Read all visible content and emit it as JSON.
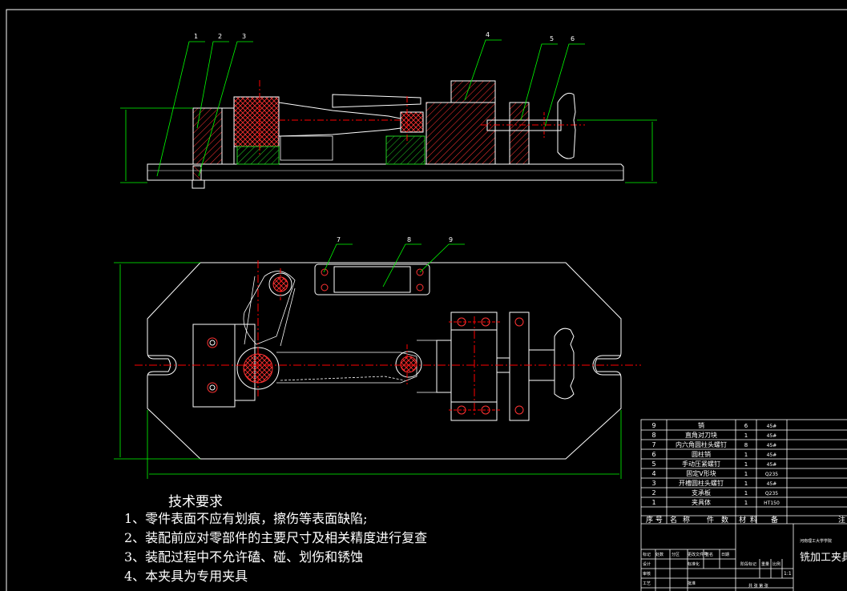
{
  "colors": {
    "background": "#000000",
    "outline": "#ffffff",
    "hatch": "#ff3333",
    "green_hatch": "#22cc22",
    "centerline": "#ff0000",
    "dimension": "#00ff00",
    "leader": "#00ff00"
  },
  "front_view": {
    "callouts": [
      "1",
      "2",
      "3",
      "4",
      "5",
      "6"
    ]
  },
  "top_view": {
    "callouts": [
      "7",
      "8",
      "9"
    ]
  },
  "technical_requirements": {
    "title": "技术要求",
    "items": [
      "1、零件表面不应有划痕，擦伤等表面缺陷;",
      "2、装配前应对零部件的主要尺寸及相关精度进行复查",
      "3、装配过程中不允许磕、碰、划伤和锈蚀",
      "4、本夹具为专用夹具"
    ]
  },
  "bom": {
    "rows": [
      {
        "no": "9",
        "name": "销",
        "qty": "6",
        "material": "45#"
      },
      {
        "no": "8",
        "name": "直角对刀块",
        "qty": "1",
        "material": "45#"
      },
      {
        "no": "7",
        "name": "内六角圆柱头螺钉",
        "qty": "8",
        "material": "45#"
      },
      {
        "no": "6",
        "name": "圆柱销",
        "qty": "1",
        "material": "45#"
      },
      {
        "no": "5",
        "name": "手动压紧螺钉",
        "qty": "1",
        "material": "45#"
      },
      {
        "no": "4",
        "name": "固定V形块",
        "qty": "1",
        "material": "Q235"
      },
      {
        "no": "3",
        "name": "开槽圆柱头螺钉",
        "qty": "1",
        "material": "45#"
      },
      {
        "no": "2",
        "name": "支承板",
        "qty": "1",
        "material": "Q235"
      },
      {
        "no": "1",
        "name": "夹具体",
        "qty": "1",
        "material": "HT150"
      }
    ],
    "header": [
      "序 号",
      "名",
      "称",
      "件",
      "数",
      "材",
      "料",
      "备",
      "注"
    ],
    "title_block": {
      "drawing_title": "铣加工夹具",
      "org": "河南理工大学学院",
      "labels": [
        "标记",
        "处数",
        "分区",
        "更改文件号",
        "签名",
        "日期",
        "阶段标记",
        "重量",
        "比例",
        "设计",
        "标准化",
        "审核",
        "工艺",
        "批准",
        "共 张 第 张"
      ],
      "scale": "1:1"
    }
  }
}
